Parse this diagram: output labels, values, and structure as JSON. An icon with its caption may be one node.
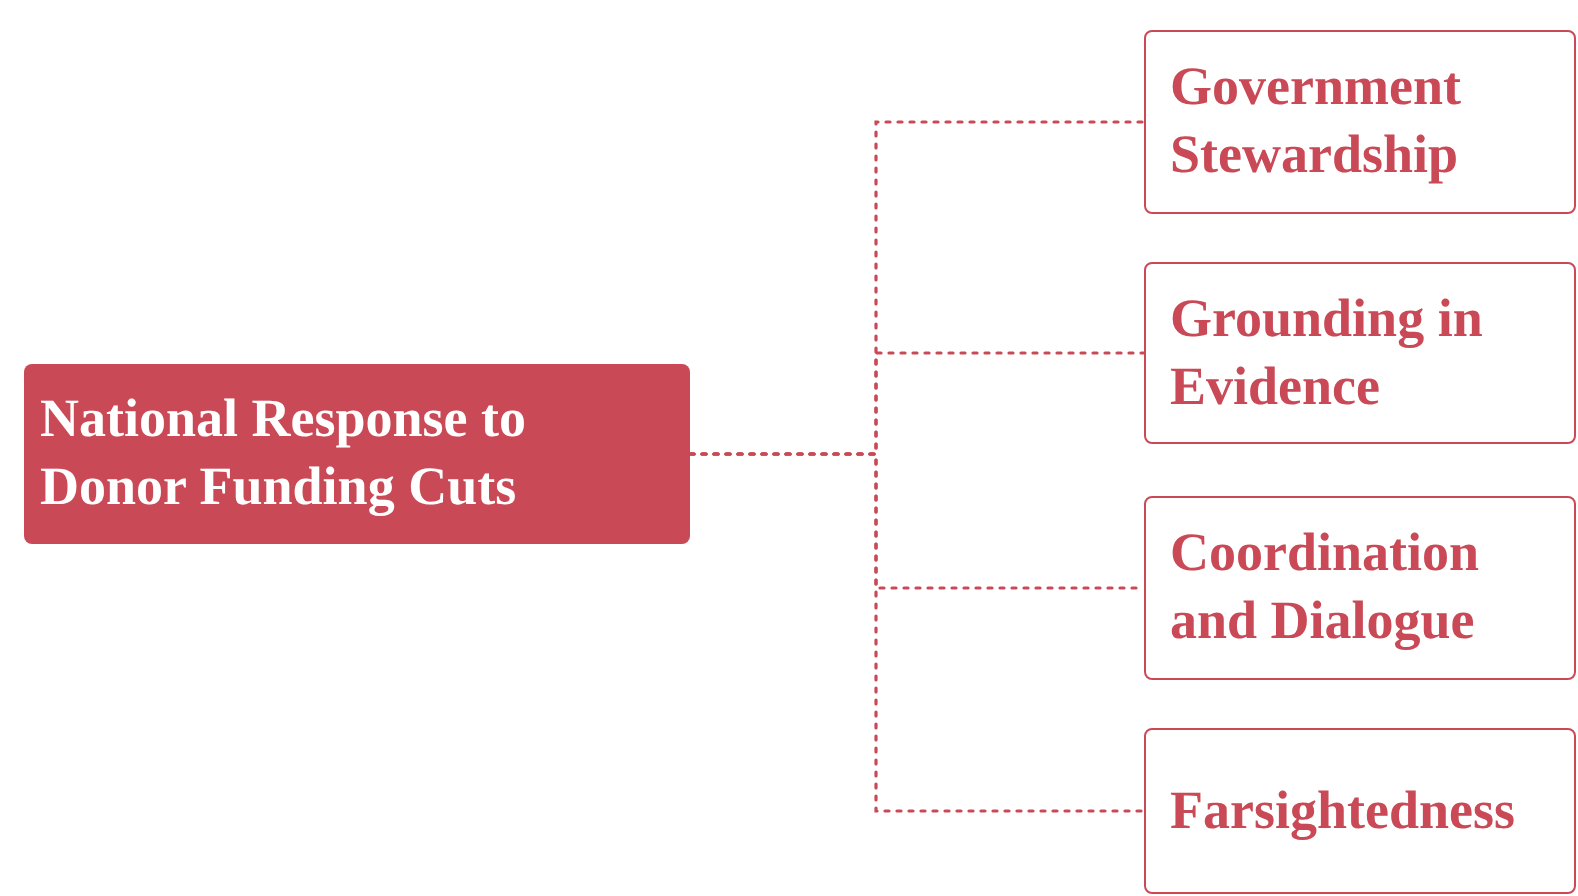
{
  "diagram": {
    "nodes": [
      {
        "text": [
          "National Response to Donor Funding Cuts"
        ]
      },
      {
        "text": [
          "Government Stewardship"
        ]
      },
      {
        "text": [
          "Grounding in Evidence"
        ]
      },
      {
        "text": [
          "Coordination and Dialogue"
        ]
      },
      {
        "text": [
          "Farsightedness"
        ]
      }
    ],
    "edges": [
      {
        "from": 0,
        "to": 1,
        "arrow": "none",
        "style": "dashed"
      },
      {
        "from": 0,
        "to": 2,
        "arrow": "none",
        "style": "dashed"
      },
      {
        "from": 0,
        "to": 3,
        "arrow": "none",
        "style": "dashed"
      },
      {
        "from": 0,
        "to": 4,
        "arrow": "none",
        "style": "dashed"
      }
    ]
  }
}
